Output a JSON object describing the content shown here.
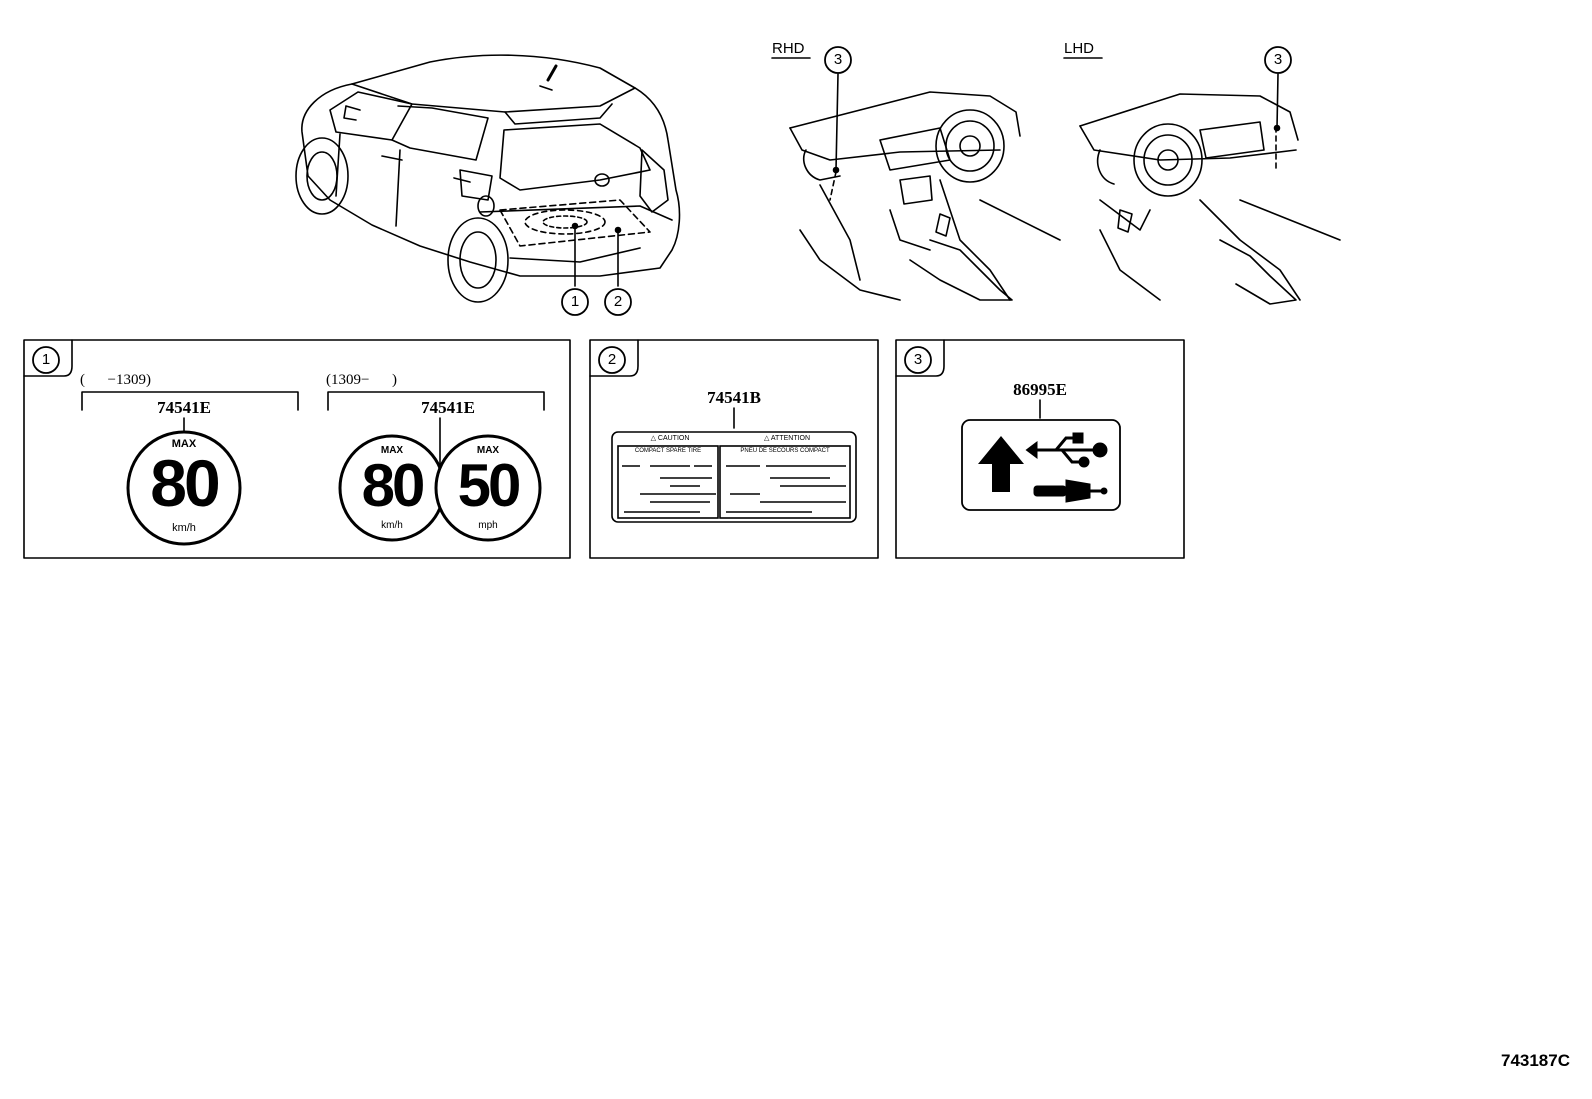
{
  "callouts": [
    "1",
    "2",
    "3"
  ],
  "views": {
    "rhd_label": "RHD",
    "lhd_label": "LHD"
  },
  "panel1": {
    "callout": "1",
    "left": {
      "range": "(      −1309)",
      "part": "74541E",
      "signs": [
        {
          "top": "MAX",
          "value": "80",
          "unit": "km/h"
        }
      ]
    },
    "right": {
      "range": "(1309−      )",
      "part": "74541E",
      "signs": [
        {
          "top": "MAX",
          "value": "80",
          "unit": "km/h"
        },
        {
          "top": "MAX",
          "value": "50",
          "unit": "mph"
        }
      ]
    }
  },
  "panel2": {
    "callout": "2",
    "part": "74541B",
    "left_header": "△ CAUTION",
    "right_header": "△ ATTENTION",
    "left_sub": "COMPACT SPARE TIRE",
    "right_sub": "PNEU DE SECOURS COMPACT"
  },
  "panel3": {
    "callout": "3",
    "part": "86995E",
    "icons": [
      "up-arrow-icon",
      "usb-icon",
      "aux-plug-icon"
    ]
  },
  "diagram_id": "743187C"
}
